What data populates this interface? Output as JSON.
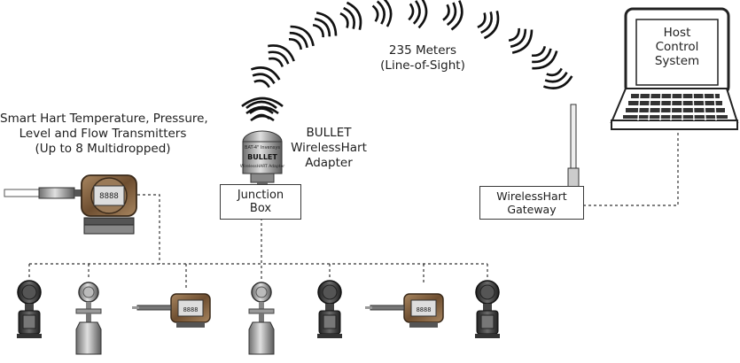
{
  "transmitters_label": {
    "line1": "Smart Hart Temperature, Pressure,",
    "line2": "Level and Flow Transmitters",
    "line3": "(Up to 8 Multidropped)"
  },
  "adapter_label": {
    "line1": "BULLET",
    "line2": "WirelessHart",
    "line3": "Adapter"
  },
  "adapter_device_text": {
    "line1": "BULLET"
  },
  "distance_label": {
    "line1": "235 Meters",
    "line2": "(Line-of-Sight)"
  },
  "junction_box": {
    "line1": "Junction",
    "line2": "Box"
  },
  "gateway": {
    "line1": "WirelessHart",
    "line2": "Gateway"
  },
  "host": {
    "line1": "Host",
    "line2": "Control",
    "line3": "System"
  },
  "colors": {
    "line": "#333333",
    "device_gray": "#8a8a8a",
    "device_bronze": "#8a6a4a"
  }
}
